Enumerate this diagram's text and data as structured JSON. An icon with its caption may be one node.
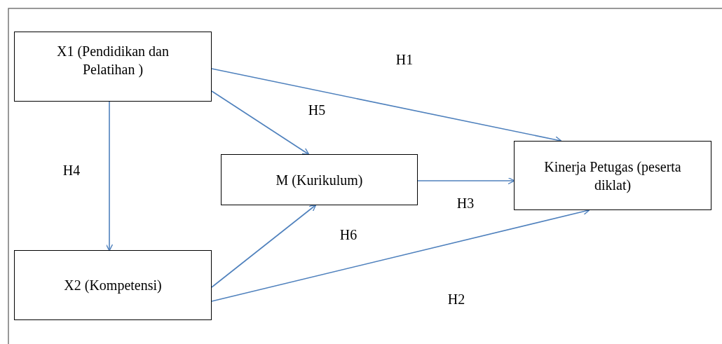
{
  "diagram": {
    "nodes": [
      {
        "text": [
          "X1 (Pendidikan dan Pelatihan )"
        ]
      },
      {
        "text": [
          "M  (Kurikulum)"
        ]
      },
      {
        "text": [
          "Kinerja Petugas (peserta diklat)"
        ]
      },
      {
        "text": [
          "X2 (Kompetensi)"
        ]
      }
    ],
    "edges": [
      {
        "from": 0,
        "to": 2,
        "arrow": "to",
        "label": "H1"
      },
      {
        "from": 0,
        "to": 1,
        "arrow": "to",
        "label": "H5"
      },
      {
        "from": 0,
        "to": 3,
        "arrow": "to",
        "label": "H4"
      },
      {
        "from": 1,
        "to": 2,
        "arrow": "to",
        "label": "H3"
      },
      {
        "from": 3,
        "to": 1,
        "arrow": "to",
        "label": "H6"
      },
      {
        "from": 3,
        "to": 2,
        "arrow": "to",
        "label": "H2"
      }
    ]
  }
}
